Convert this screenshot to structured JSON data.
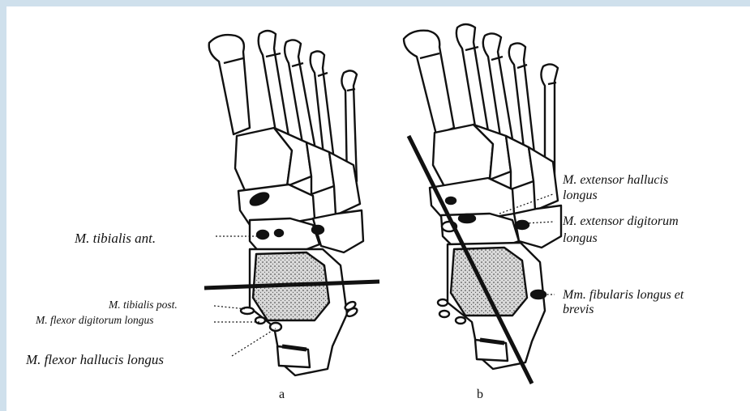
{
  "labels": {
    "tibialis_ant": "M. tibialis ant.",
    "tibialis_post": "M. tibialis post.",
    "flexor_digitorum_longus": "M. flexor digitorum longus",
    "flexor_hallucis_longus": "M. flexor hallucis longus",
    "extensor_hallucis_longus_1": "M. extensor hallucis",
    "extensor_hallucis_longus_2": "longus",
    "extensor_digitorum_longus_1": "M. extensor digitorum",
    "extensor_digitorum_longus_2": "longus",
    "fibularis_1": "Mm. fibularis longus et",
    "fibularis_2": "brevis",
    "panel_a": "a",
    "panel_b": "b"
  },
  "colors": {
    "frame_border": "#cfe0ec",
    "paper": "#ffffff",
    "ink": "#111111"
  }
}
